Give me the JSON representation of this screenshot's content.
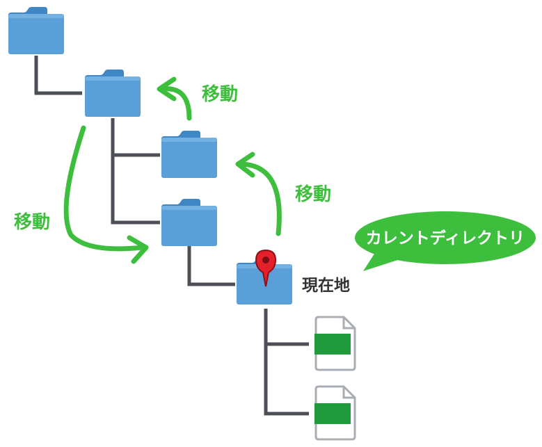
{
  "labels": {
    "move_top": "移動",
    "move_left": "移動",
    "move_right": "移動",
    "current_location": "現在地",
    "callout": "カレントディレクトリ"
  },
  "icons": {
    "folder": "folder-icon",
    "file": "file-icon",
    "pin": "map-pin-icon"
  },
  "colors": {
    "folder": "#5b9fd8",
    "tree_line": "#4d4f56",
    "arrow": "#3dbf3d",
    "pin": "#e4202b",
    "file_label": "#1f9a3d"
  }
}
